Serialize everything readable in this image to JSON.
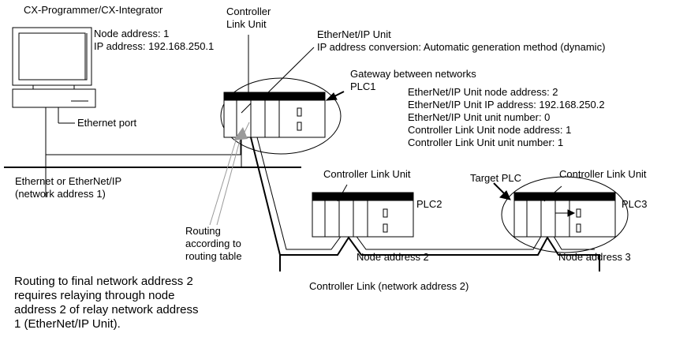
{
  "labels": {
    "software": "CX-Programmer/CX-Integrator",
    "pc_node_address": "Node address: 1",
    "pc_ip_address": "IP address: 192.168.250.1",
    "ethernet_port": "Ethernet port",
    "controller_link_unit_line1": "Controller",
    "controller_link_unit_line2": "Link Unit",
    "ethernet_ip_unit": "EtherNet/IP Unit",
    "ip_conversion": "IP address conversion: Automatic generation method (dynamic)",
    "gateway": "Gateway between networks",
    "plc1": "PLC1",
    "eip_node_address": "EtherNet/IP Unit node address: 2",
    "eip_ip_address": "EtherNet/IP Unit IP address: 192.168.250.2",
    "eip_unit_number": "EtherNet/IP Unit unit number: 0",
    "clk_node_address": "Controller Link Unit node address: 1",
    "clk_unit_number": "Controller Link Unit unit number: 1",
    "network1_line1": "Ethernet or EtherNet/IP",
    "network1_line2": "(network address 1)",
    "plc2_clk_unit": "Controller Link Unit",
    "plc2": "PLC2",
    "plc2_node_address": "Node address 2",
    "target_plc": "Target PLC",
    "plc3_clk_unit": "Controller Link Unit",
    "plc3": "PLC3",
    "plc3_node_address": "Node address 3",
    "routing_line1": "Routing",
    "routing_line2": "according to",
    "routing_line3": "routing table",
    "controller_link_network": "Controller Link (network address 2)",
    "note_line1": "Routing to final network address 2",
    "note_line2": "requires relaying through node",
    "note_line3": "address 2 of relay network address",
    "note_line4": "1 (EtherNet/IP Unit)."
  }
}
